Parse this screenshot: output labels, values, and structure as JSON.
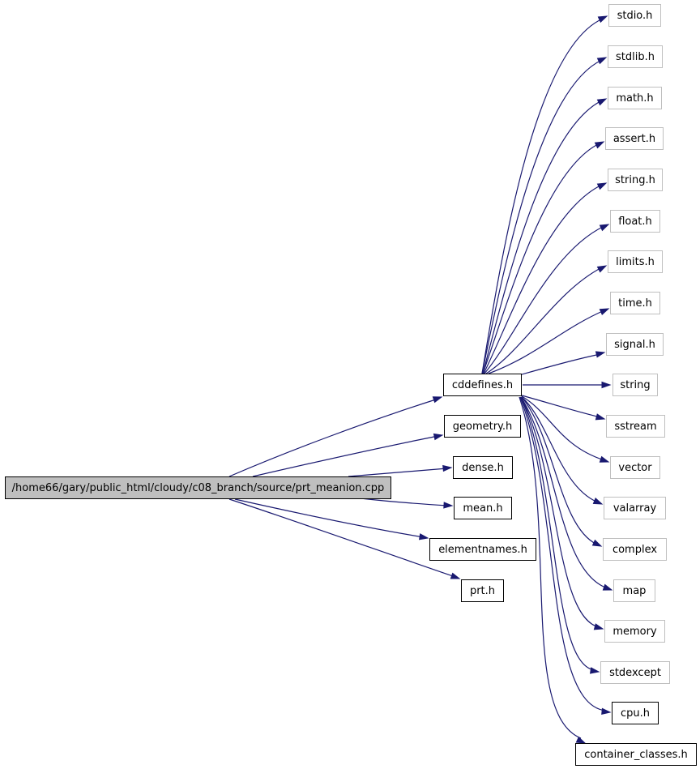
{
  "root": {
    "label": "/home66/gary/public_html/cloudy/c08_branch/source/prt_meanion.cpp"
  },
  "direct_includes": [
    {
      "id": "cddefines",
      "label": "cddefines.h",
      "documented": true
    },
    {
      "id": "geometry",
      "label": "geometry.h",
      "documented": true
    },
    {
      "id": "dense",
      "label": "dense.h",
      "documented": true
    },
    {
      "id": "mean",
      "label": "mean.h",
      "documented": true
    },
    {
      "id": "elementnames",
      "label": "elementnames.h",
      "documented": true
    },
    {
      "id": "prt",
      "label": "prt.h",
      "documented": true
    }
  ],
  "cddefines_includes": [
    {
      "id": "stdio",
      "label": "stdio.h",
      "documented": false
    },
    {
      "id": "stdlib",
      "label": "stdlib.h",
      "documented": false
    },
    {
      "id": "math",
      "label": "math.h",
      "documented": false
    },
    {
      "id": "assert",
      "label": "assert.h",
      "documented": false
    },
    {
      "id": "string_h",
      "label": "string.h",
      "documented": false
    },
    {
      "id": "float",
      "label": "float.h",
      "documented": false
    },
    {
      "id": "limits",
      "label": "limits.h",
      "documented": false
    },
    {
      "id": "time",
      "label": "time.h",
      "documented": false
    },
    {
      "id": "signal",
      "label": "signal.h",
      "documented": false
    },
    {
      "id": "string",
      "label": "string",
      "documented": false
    },
    {
      "id": "sstream",
      "label": "sstream",
      "documented": false
    },
    {
      "id": "vector",
      "label": "vector",
      "documented": false
    },
    {
      "id": "valarray",
      "label": "valarray",
      "documented": false
    },
    {
      "id": "complex",
      "label": "complex",
      "documented": false
    },
    {
      "id": "map",
      "label": "map",
      "documented": false
    },
    {
      "id": "memory",
      "label": "memory",
      "documented": false
    },
    {
      "id": "stdexcept",
      "label": "stdexcept",
      "documented": false
    },
    {
      "id": "cpu",
      "label": "cpu.h",
      "documented": true
    },
    {
      "id": "container_classes",
      "label": "container_classes.h",
      "documented": true
    }
  ],
  "colors": {
    "edge": "#191970",
    "root_fill": "#bfbfbf",
    "documented_border": "#000000",
    "undocumented_border": "#bfbfbf"
  }
}
